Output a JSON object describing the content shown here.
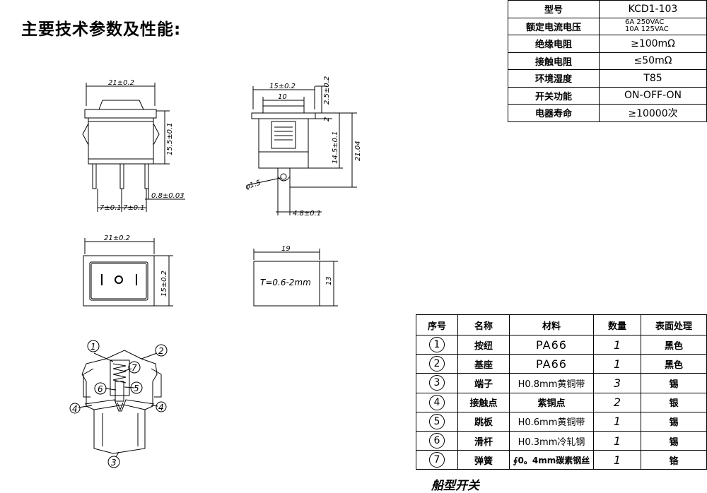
{
  "title": "主要技术参数及性能:",
  "specs": [
    {
      "key": "型号",
      "value": "KCD1-103"
    },
    {
      "key": "额定电流电压",
      "value_lines": [
        "6A  250VAC",
        "10A  125VAC"
      ]
    },
    {
      "key": "绝缘电阻",
      "value": "≥100mΩ"
    },
    {
      "key": "接触电阻",
      "value": "≤50mΩ"
    },
    {
      "key": "环境湿度",
      "value": "T85"
    },
    {
      "key": "开关功能",
      "value": "ON-OFF-ON"
    },
    {
      "key": "电器寿命",
      "value": "≥10000次"
    }
  ],
  "parts_headers": [
    "序号",
    "名称",
    "材料",
    "数量",
    "表面处理"
  ],
  "parts": [
    {
      "no": "1",
      "name": "按纽",
      "material": "PA66",
      "qty": "1",
      "finish": "黑色"
    },
    {
      "no": "2",
      "name": "基座",
      "material": "PA66",
      "qty": "1",
      "finish": "黑色"
    },
    {
      "no": "3",
      "name": "端子",
      "material": "H0.8mm黄铜带",
      "qty": "3",
      "finish": "锡"
    },
    {
      "no": "4",
      "name": "接触点",
      "material": "紫铜点",
      "qty": "2",
      "finish": "银"
    },
    {
      "no": "5",
      "name": "跳板",
      "material": "H0.6mm黄铜带",
      "qty": "1",
      "finish": "锡"
    },
    {
      "no": "6",
      "name": "滑杆",
      "material": "H0.3mm冷轧钢",
      "qty": "1",
      "finish": "锡"
    },
    {
      "no": "7",
      "name": "弹簧",
      "material": "∮0。4mm碳素钢丝",
      "qty": "1",
      "finish": "铬"
    }
  ],
  "caption": "船型开关",
  "dimensions": {
    "front_width": "21±0.2",
    "front_height": "15.5±0.1",
    "pin_pitch_left": "7±0.1",
    "pin_pitch_right": "7±0.1",
    "pin_thickness": "0.8±0.03",
    "side_width": "15±0.2",
    "side_inner": "10",
    "side_top": "2.5±0.2",
    "side_small": "2",
    "side_body": "14.5±0.1",
    "side_total": "21.04",
    "side_hole": "φ1.5",
    "side_pin": "4.8±0.1",
    "top_width": "21±0.2",
    "top_height": "15±0.2",
    "panel_width": "19",
    "panel_height": "13",
    "panel_thickness": "T=0.6-2mm"
  },
  "callouts": [
    "1",
    "2",
    "3",
    "4",
    "4",
    "5",
    "6",
    "7"
  ]
}
